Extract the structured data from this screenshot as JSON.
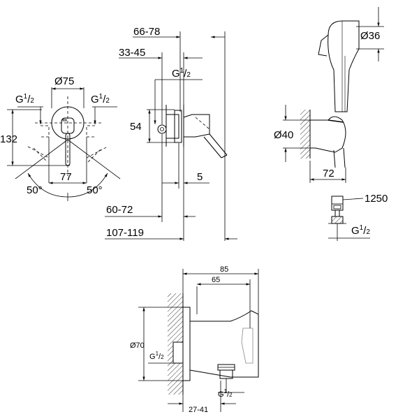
{
  "labels": {
    "thread": "G",
    "thread_num": "1",
    "thread_den": "2",
    "front_diameter": "Ø75",
    "front_height": "132",
    "front_width": "77",
    "front_angle_left": "50°",
    "front_angle_right": "50°",
    "side_66_78": "66-78",
    "side_33_45": "33-45",
    "side_54": "54",
    "side_5": "5",
    "side_60_72": "60-72",
    "side_107_119": "107-119",
    "shower_d36": "Ø36",
    "shower_d40": "Ø40",
    "shower_72": "72",
    "hose_1250": "1250",
    "outlet_85": "85",
    "outlet_65": "65",
    "outlet_d70": "Ø70",
    "outlet_27_41": "27-41"
  }
}
